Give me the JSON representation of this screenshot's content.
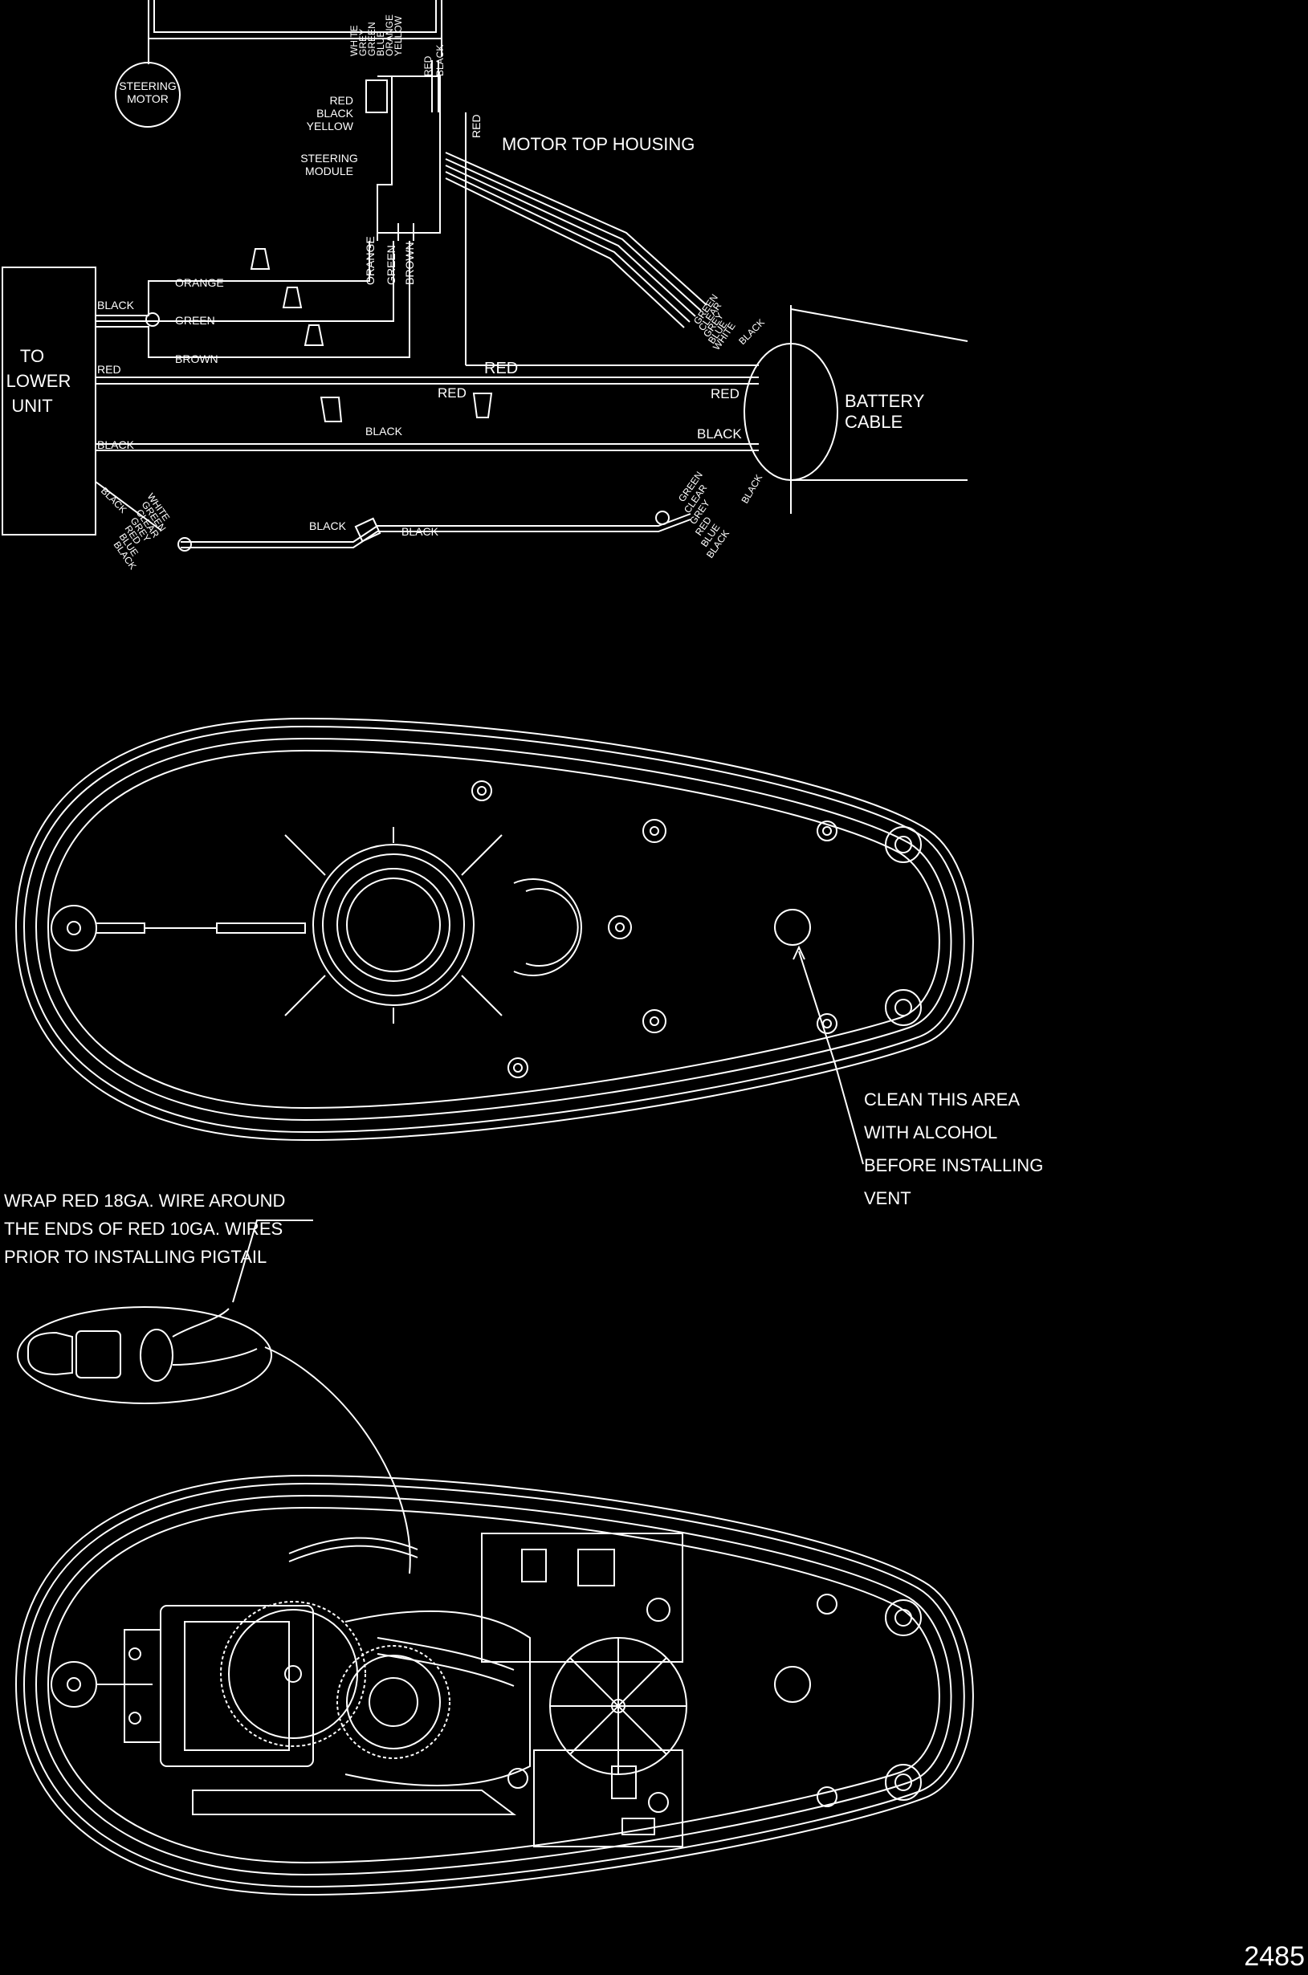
{
  "colors": {
    "background": "#000000",
    "line": "#ffffff"
  },
  "wiring": {
    "steering_motor": [
      "STEERING",
      "MOTOR"
    ],
    "module_wire_colors": [
      "WHITE",
      "GREY",
      "GREEN",
      "BLUE",
      "ORANGE",
      "YELLOW"
    ],
    "module_red": "RED",
    "module_black": "BLACK",
    "left_wires": [
      "RED",
      "BLACK",
      "YELLOW"
    ],
    "steering_module": [
      "STEERING",
      "MODULE"
    ],
    "motor_top_housing": "MOTOR TOP HOUSING",
    "to_lower_unit": [
      "TO",
      "LOWER",
      "UNIT"
    ],
    "battery_cable": [
      "BATTERY",
      "CABLE"
    ],
    "labels": {
      "black_top": "BLACK",
      "orange": "ORANGE",
      "green": "GREEN",
      "brown": "BROWN",
      "red_left": "RED",
      "black_mid": "BLACK",
      "red_vertical": "RED",
      "orange_vertical": "ORANGE",
      "green_vertical": "GREEN",
      "brown_vertical": "BROWN",
      "red_right_1": "RED",
      "red_right_2": "RED",
      "red_center": "RED",
      "black_center": "BLACK",
      "black_right": "BLACK",
      "black_bottom_1": "BLACK",
      "black_bottom_2": "BLACK",
      "black_battery": "BLACK",
      "black_small": "BLACK",
      "black_corner": "BLACK"
    },
    "battery_bundle": [
      "GREEN",
      "CLEAR",
      "GREY",
      "RED",
      "BLUE",
      "BLACK"
    ],
    "harness_bundle": [
      "WHITE",
      "GREEN",
      "CLEAR",
      "GREY",
      "RED",
      "BLUE",
      "BLACK"
    ],
    "top_bundle": [
      "GREEN",
      "CLEAR",
      "GREY",
      "BLUE",
      "WHITE"
    ]
  },
  "notes": {
    "clean_area": [
      "CLEAN THIS AREA",
      "WITH ALCOHOL",
      "BEFORE INSTALLING",
      "VENT"
    ],
    "wrap_wire": [
      "WRAP RED 18GA. WIRE AROUND",
      "THE ENDS OF RED 10GA. WIRES",
      "PRIOR TO INSTALLING PIGTAIL"
    ]
  },
  "page_number": "2485"
}
